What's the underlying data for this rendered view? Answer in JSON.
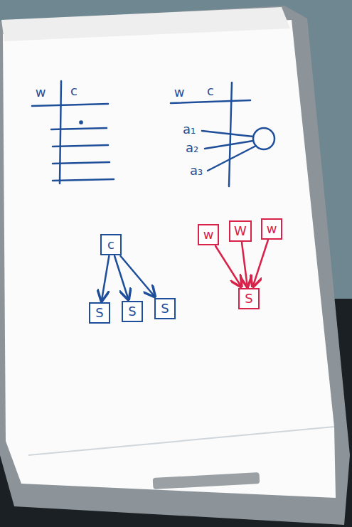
{
  "diagram": {
    "nodes": [
      {
        "text": [
          "c"
        ]
      },
      {
        "text": [
          "S"
        ]
      },
      {
        "text": [
          "S"
        ]
      },
      {
        "text": [
          "S"
        ]
      },
      {
        "text": [
          "w"
        ]
      },
      {
        "text": [
          "W"
        ]
      },
      {
        "text": [
          "w"
        ]
      },
      {
        "text": [
          "S"
        ]
      }
    ],
    "edges": [
      {
        "from": 0,
        "to": 1,
        "arrow": "to"
      },
      {
        "from": 0,
        "to": 2,
        "arrow": "to"
      },
      {
        "from": 0,
        "to": 3,
        "arrow": "to"
      },
      {
        "from": 4,
        "to": 7,
        "arrow": "to"
      },
      {
        "from": 5,
        "to": 7,
        "arrow": "to"
      },
      {
        "from": 6,
        "to": 7,
        "arrow": "to"
      }
    ],
    "labels": [
      "w",
      "c",
      "w",
      "c",
      "a₁",
      "a₂",
      "a₃"
    ]
  }
}
